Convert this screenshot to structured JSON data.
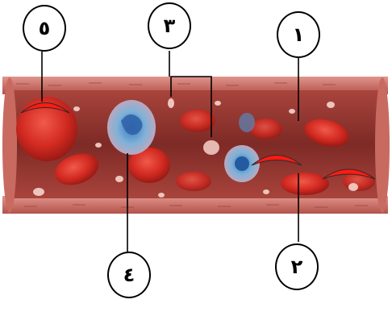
{
  "callouts": {
    "c1": "١",
    "c2": "٢",
    "c3": "٣",
    "c4": "٤",
    "c5": "٥"
  },
  "colors": {
    "vessel_wall": "#c25a52",
    "vessel_lumen": "#8e2f2a",
    "red_cell": "#d42b22",
    "white_cell": "#7fb2d8",
    "highlight": "#ff1a12"
  },
  "icons": [
    "blood-vessel-illustration"
  ]
}
